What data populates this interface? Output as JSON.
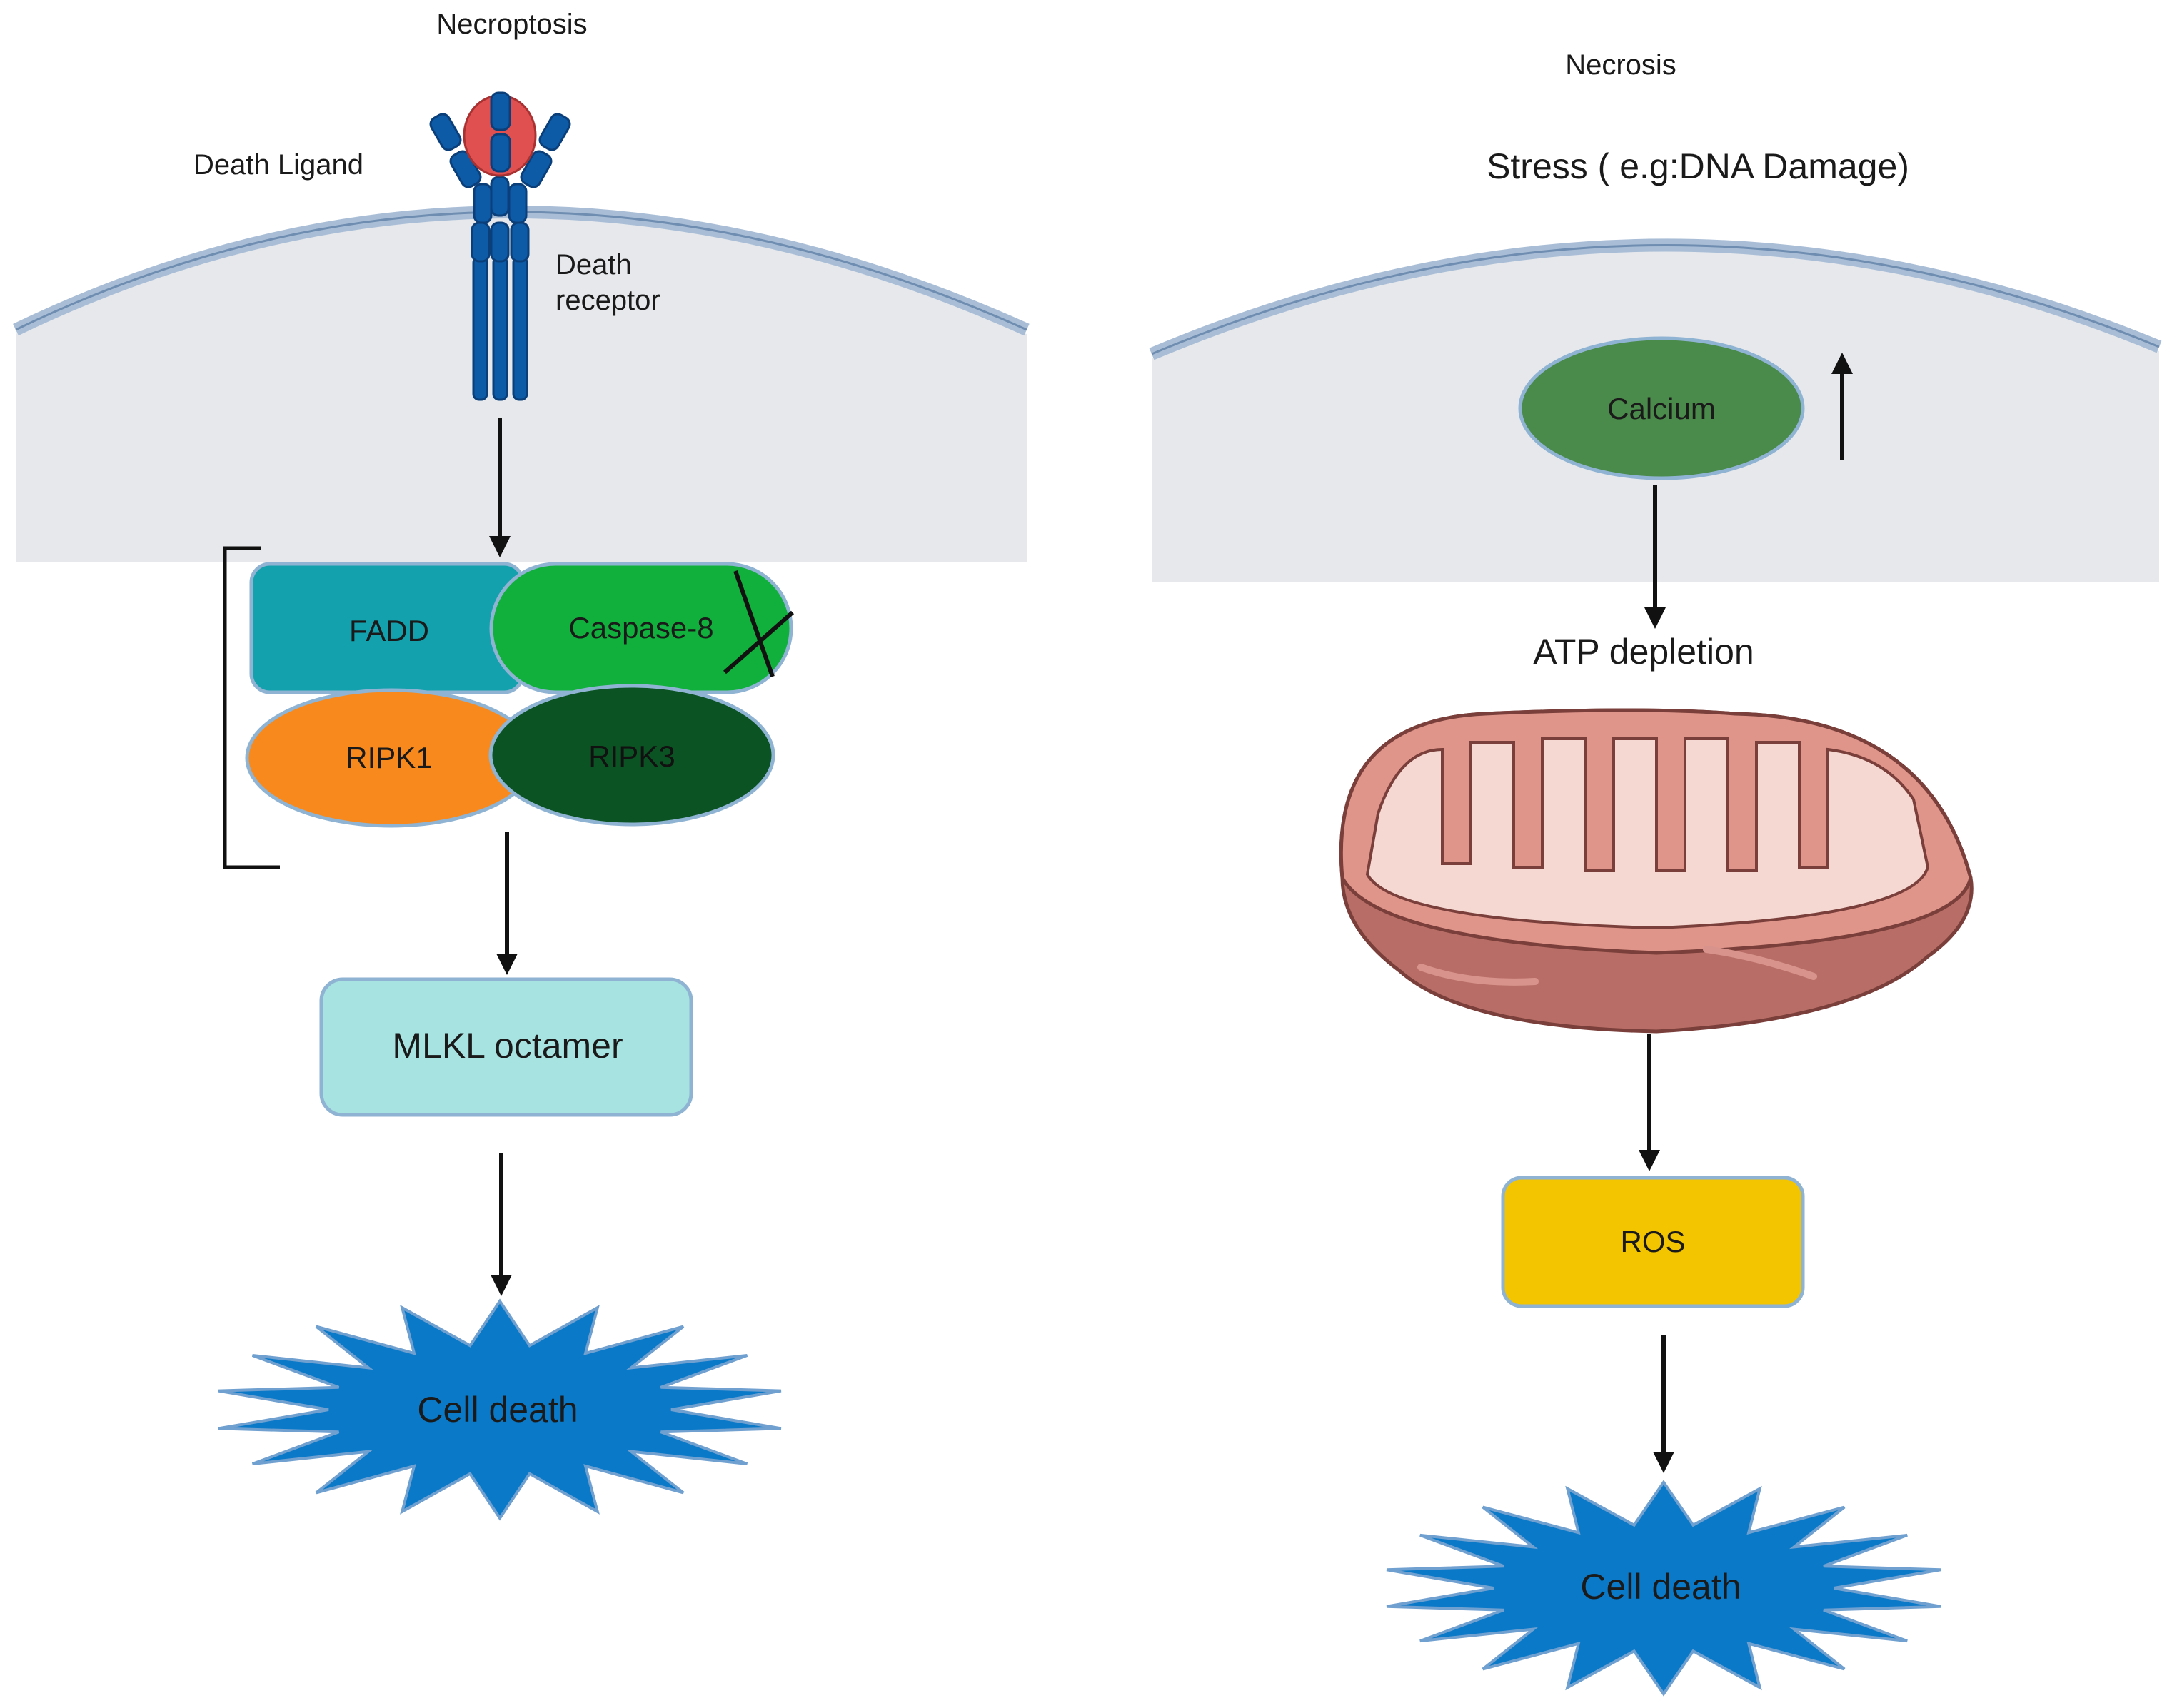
{
  "left_panel": {
    "title": "Necroptosis",
    "ligand_label": "Death Ligand",
    "receptor_label_line1": "Death",
    "receptor_label_line2": "receptor",
    "fadd": "FADD",
    "caspase8": "Caspase-8",
    "ripk1": "RIPK1",
    "ripk3": "RIPK3",
    "mlkl": "MLKL octamer",
    "cell_death": "Cell death"
  },
  "right_panel": {
    "title": "Necrosis",
    "stress": "Stress ( e.g:DNA Damage)",
    "calcium": "Calcium",
    "atp": "ATP depletion",
    "ros": "ROS",
    "cell_death": "Cell death"
  },
  "colors": {
    "cytoplasm": "#e6e8ec",
    "membrane": "#a9bed6",
    "fadd": "#13a1ad",
    "caspase8": "#11b03c",
    "ripk1": "#f8891d",
    "ripk3": "#0b5323",
    "mlkl": "#a6e3e1",
    "calcium": "#4a8a4a",
    "ros": "#f3c400",
    "burst": "#0a79c8",
    "receptor": "#0d5aa6",
    "ligand": "#e05050",
    "mito_outer": "#e0958a",
    "mito_inner": "#f5d8d2"
  }
}
